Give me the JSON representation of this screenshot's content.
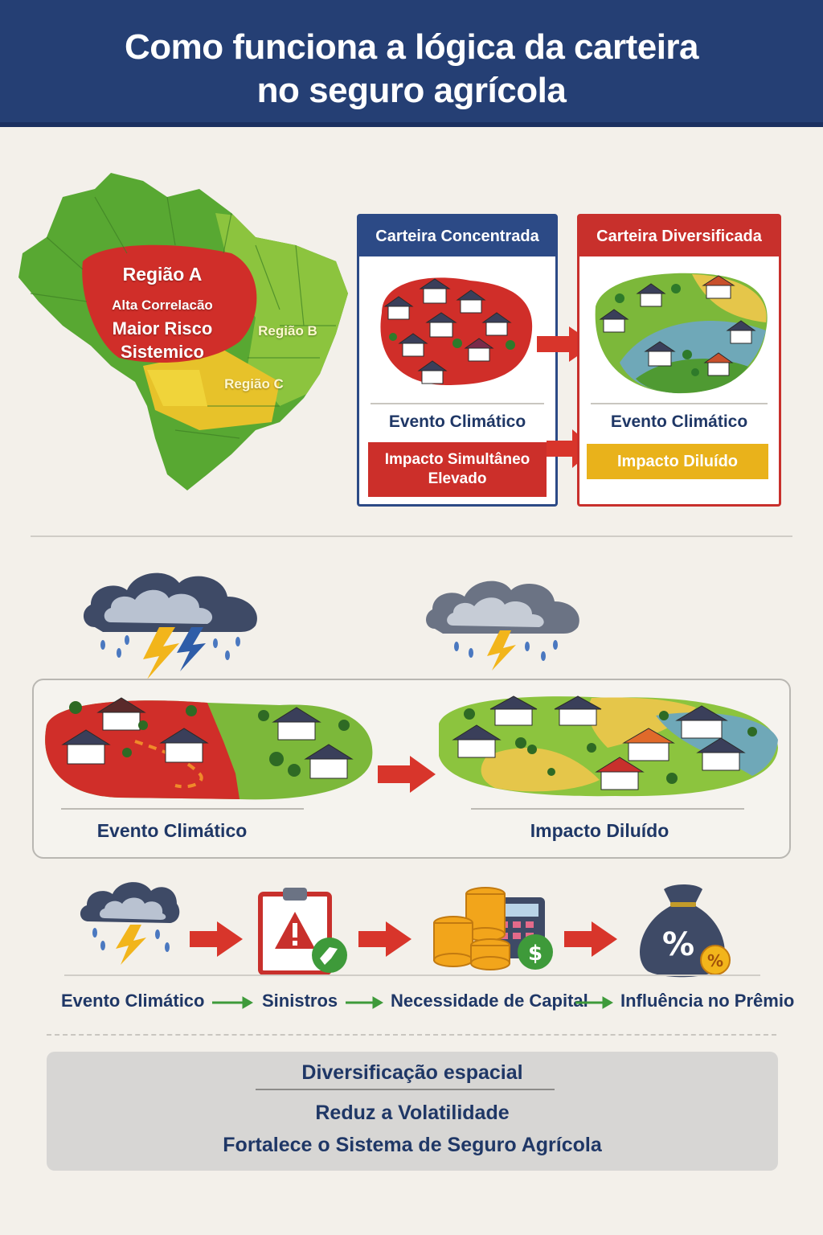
{
  "header": {
    "title_line1": "Como funciona a lógica da carteira",
    "title_line2": "no seguro agrícola"
  },
  "map": {
    "region_a": {
      "title": "Região A",
      "line1": "Alta Correlacão",
      "line2": "Maior Risco",
      "line3": "Sistemico"
    },
    "region_b": "Região B",
    "region_c": "Região C"
  },
  "comparison": {
    "concentrated": {
      "title": "Carteira Concentrada",
      "event": "Evento Climático",
      "impact_line1": "Impacto Simultâneo",
      "impact_line2": "Elevado"
    },
    "diversified": {
      "title": "Carteira Diversificada",
      "event": "Evento Climático",
      "impact": "Impacto Diluído"
    }
  },
  "scenario": {
    "left_caption": "Evento Climático",
    "right_caption": "Impacto Diluído"
  },
  "flow": {
    "steps": [
      "Evento Climático",
      "Sinistros",
      "Necessidade de Capital",
      "Influência no Prêmio"
    ]
  },
  "summary": {
    "title": "Diversificação espacial",
    "line1": "Reduz a Volatilidade",
    "line2": "Fortalece o Sistema de Seguro Agrícola"
  },
  "colors": {
    "navy": "#253f74",
    "red": "#cc2f2a",
    "green": "#5aa832",
    "yellow": "#e9b21b"
  },
  "icons": [
    "storm-cloud-icon",
    "alert-clipboard-icon",
    "coins-calculator-icon",
    "money-bag-percent-icon",
    "house-icon",
    "arrow-right-icon"
  ]
}
